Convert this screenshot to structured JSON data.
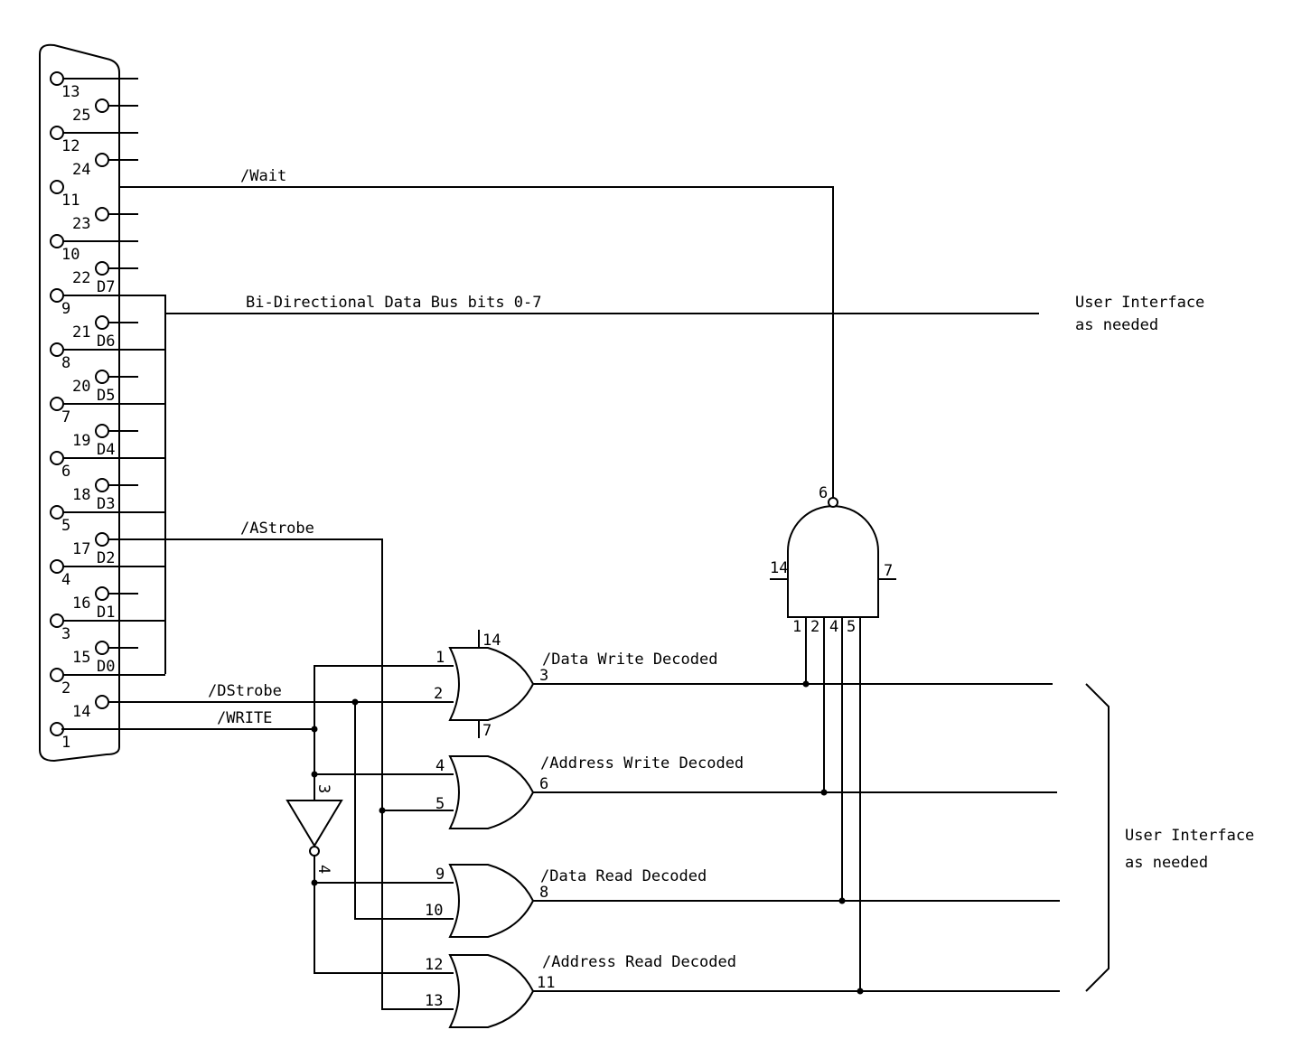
{
  "connector": {
    "pins": [
      {
        "num": "13",
        "col": "left"
      },
      {
        "num": "25",
        "col": "right"
      },
      {
        "num": "12",
        "col": "left"
      },
      {
        "num": "24",
        "col": "right"
      },
      {
        "num": "11",
        "col": "left"
      },
      {
        "num": "23",
        "col": "right"
      },
      {
        "num": "10",
        "col": "left"
      },
      {
        "num": "22",
        "col": "right"
      },
      {
        "num": "9",
        "col": "left"
      },
      {
        "num": "21",
        "col": "right"
      },
      {
        "num": "8",
        "col": "left"
      },
      {
        "num": "20",
        "col": "right"
      },
      {
        "num": "7",
        "col": "left"
      },
      {
        "num": "19",
        "col": "right"
      },
      {
        "num": "6",
        "col": "left"
      },
      {
        "num": "18",
        "col": "right"
      },
      {
        "num": "5",
        "col": "left"
      },
      {
        "num": "17",
        "col": "right"
      },
      {
        "num": "4",
        "col": "left"
      },
      {
        "num": "16",
        "col": "right"
      },
      {
        "num": "3",
        "col": "left"
      },
      {
        "num": "15",
        "col": "right"
      },
      {
        "num": "2",
        "col": "left"
      },
      {
        "num": "14",
        "col": "right"
      },
      {
        "num": "1",
        "col": "left"
      }
    ],
    "data_bits": [
      "D7",
      "D6",
      "D5",
      "D4",
      "D3",
      "D2",
      "D1",
      "D0"
    ]
  },
  "signals": {
    "wait": "/Wait",
    "data_bus": "Bi-Directional Data Bus bits 0-7",
    "astrobe": "/AStrobe",
    "dstrobe": "/DStrobe",
    "write": "/WRITE"
  },
  "user_interface_top": {
    "line1": "User Interface",
    "line2": "as needed"
  },
  "user_interface_right": {
    "line1": "User Interface",
    "line2": "as needed"
  },
  "or_gates": [
    {
      "in_a": "1",
      "in_b": "2",
      "out": "3",
      "label": "/Data Write Decoded",
      "vcc": "14",
      "gnd": "7"
    },
    {
      "in_a": "4",
      "in_b": "5",
      "out": "6",
      "label": "/Address Write Decoded"
    },
    {
      "in_a": "9",
      "in_b": "10",
      "out": "8",
      "label": "/Data Read Decoded"
    },
    {
      "in_a": "12",
      "in_b": "13",
      "out": "11",
      "label": "/Address Read Decoded"
    }
  ],
  "inverter": {
    "in_pin": "3",
    "out_pin": "4"
  },
  "nand_gate": {
    "out": "6",
    "vcc": "14",
    "gnd": "7",
    "inputs": [
      "1",
      "2",
      "4",
      "5"
    ]
  }
}
